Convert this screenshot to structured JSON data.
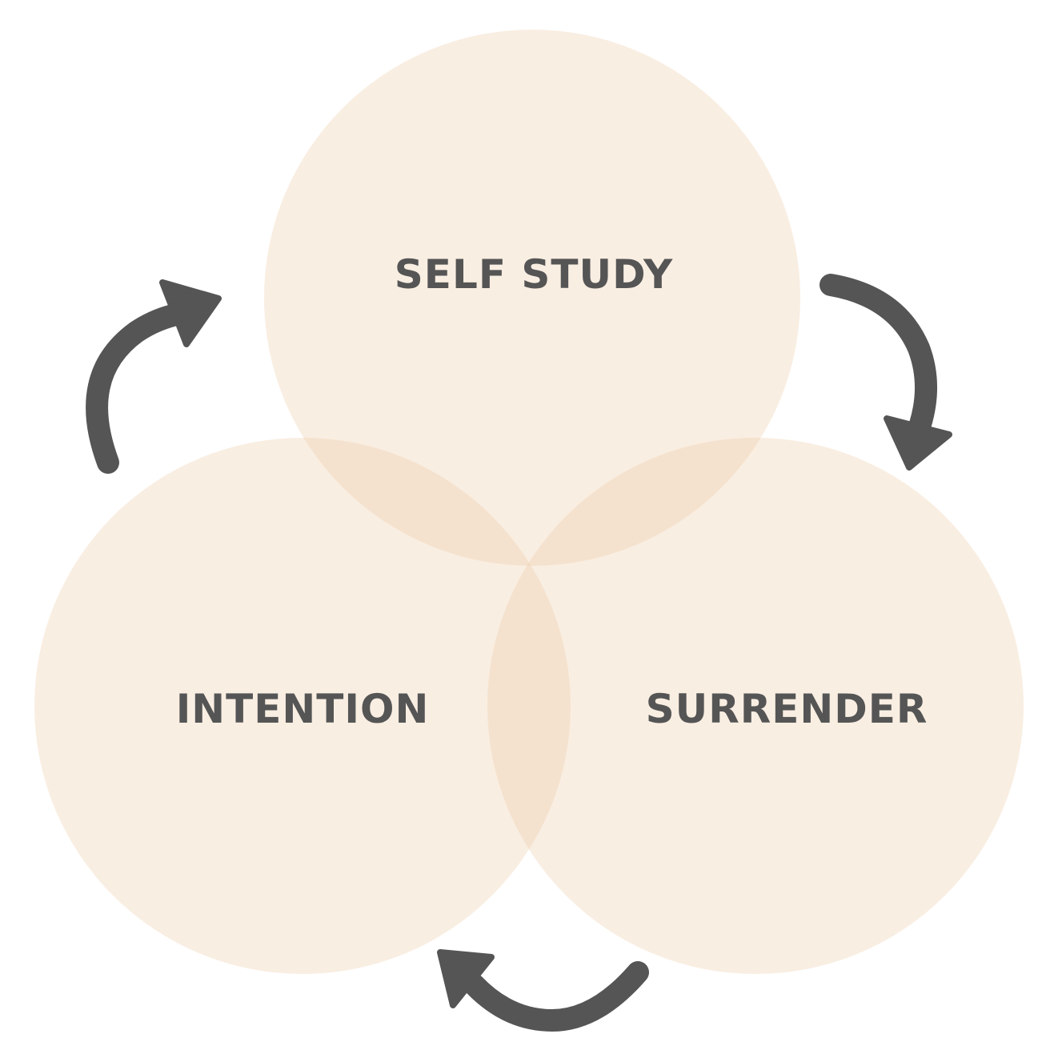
{
  "colors": {
    "circle_fill": "#ecc8a0",
    "arrow": "#555555",
    "text": "#555555"
  },
  "circles": [
    {
      "id": "self-study",
      "label": "SELF STUDY"
    },
    {
      "id": "intention",
      "label": "INTENTION"
    },
    {
      "id": "surrender",
      "label": "SURRENDER"
    }
  ],
  "arrows": [
    {
      "from": "INTENTION",
      "to": "SELF STUDY"
    },
    {
      "from": "SELF STUDY",
      "to": "SURRENDER"
    },
    {
      "from": "SURRENDER",
      "to": "INTENTION"
    }
  ]
}
